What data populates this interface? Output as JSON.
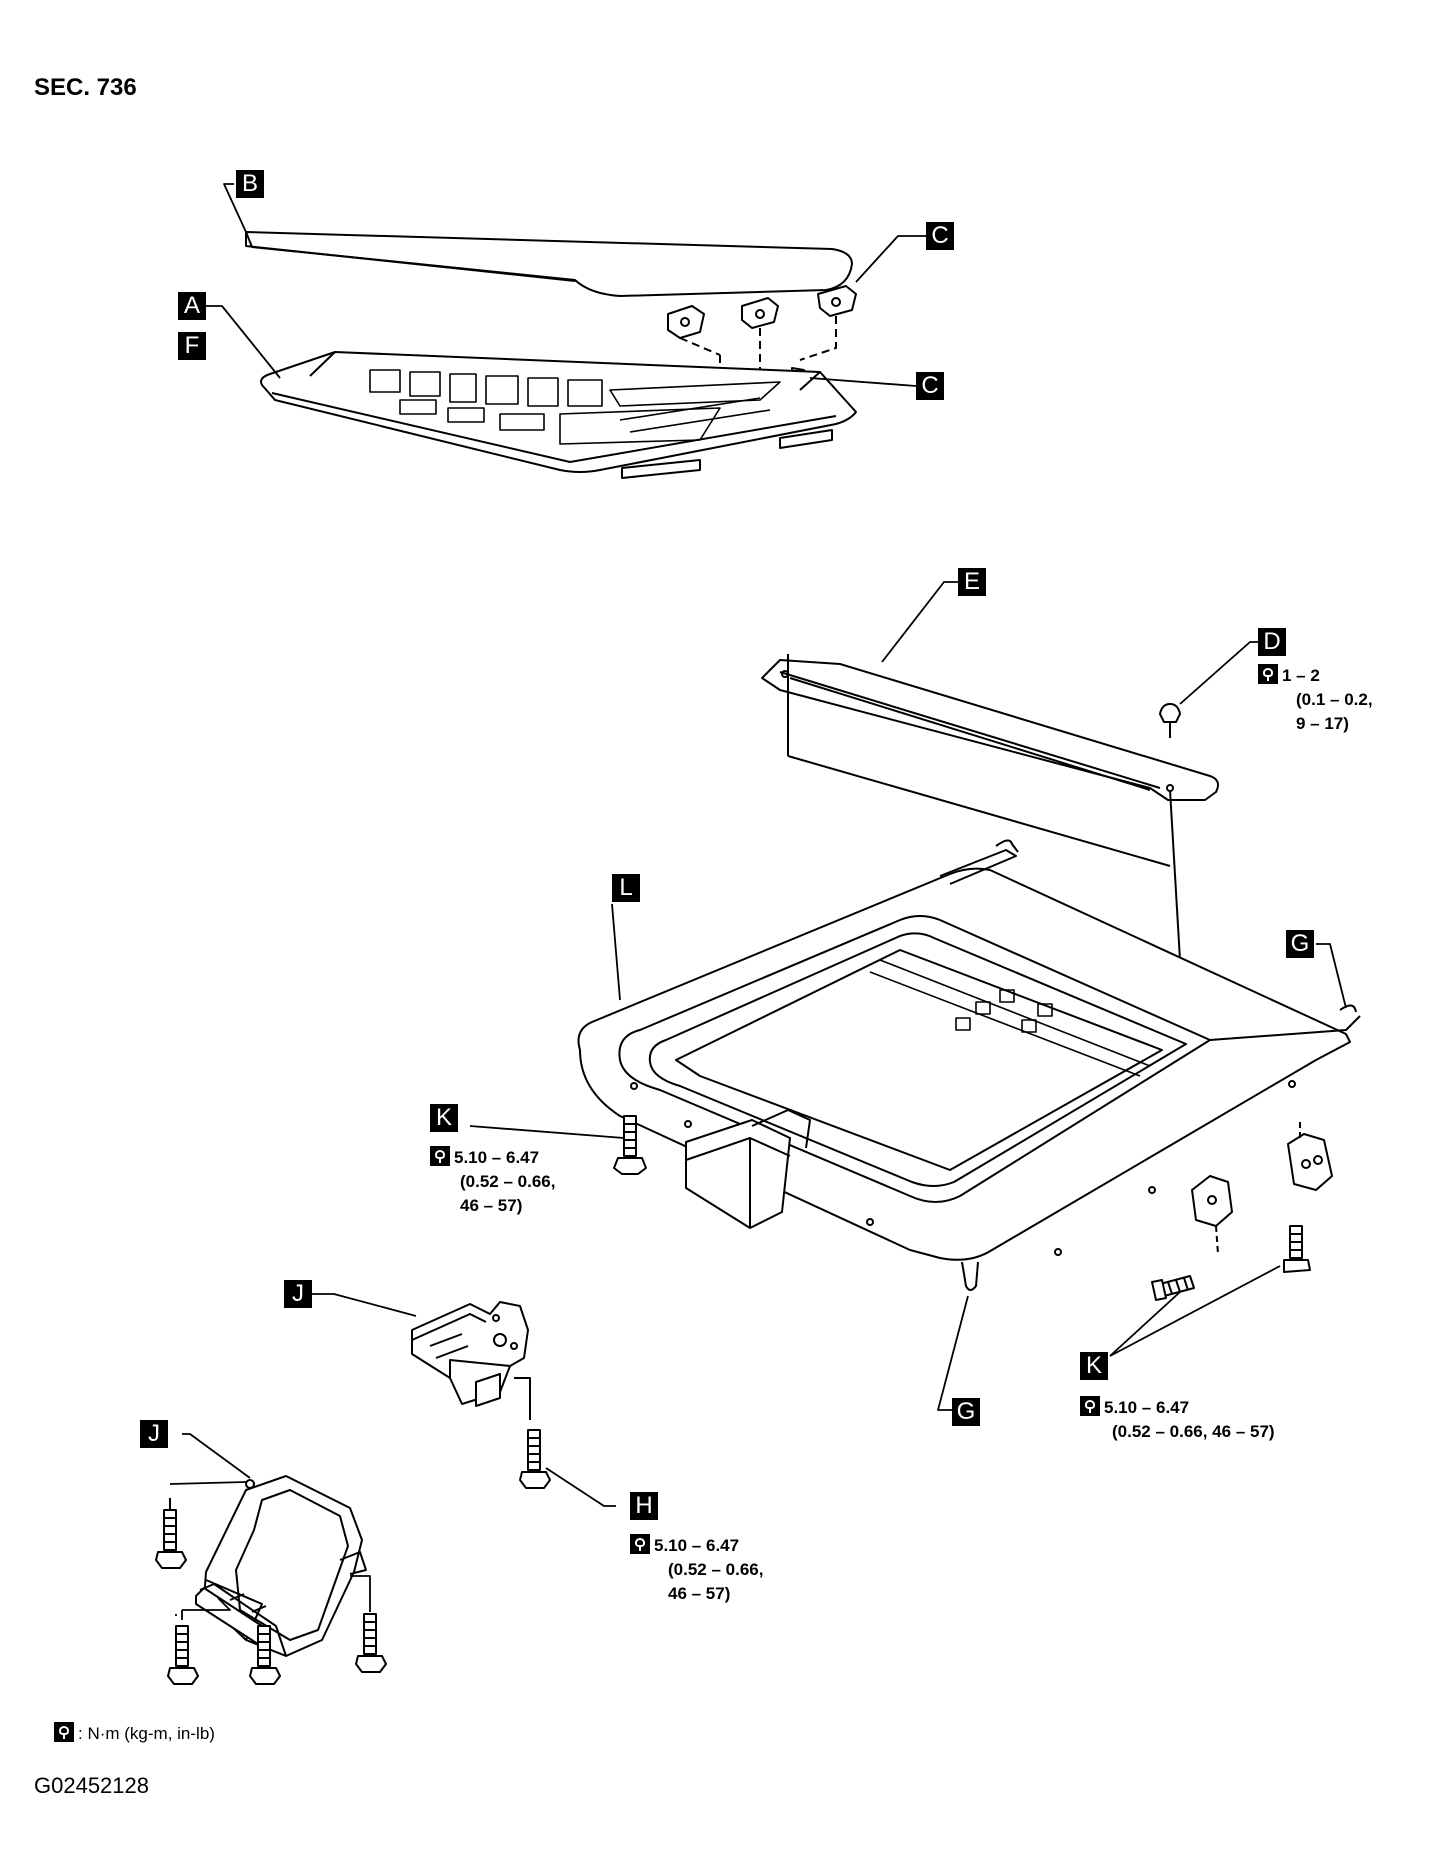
{
  "header": {
    "section": "SEC. 736"
  },
  "callouts": {
    "A": "A",
    "B": "B",
    "C": "C",
    "D": "D",
    "E": "E",
    "F": "F",
    "G": "G",
    "H": "H",
    "J": "J",
    "K": "K",
    "L": "L"
  },
  "torque": {
    "D": [
      "1 – 2",
      "(0.1 – 0.2,",
      "9 – 17)"
    ],
    "K_left": [
      "5.10 – 6.47",
      "(0.52 – 0.66,",
      "46 – 57)"
    ],
    "K_right": [
      "5.10 – 6.47",
      "(0.52 – 0.66, 46 – 57)"
    ],
    "H": [
      "5.10 – 6.47",
      "(0.52 – 0.66,",
      "46 – 57)"
    ]
  },
  "legend": {
    "text": ": N·m (kg-m, in-lb)",
    "icon": "torque-wrench-icon"
  },
  "footer": {
    "figure_code": "G02452128"
  }
}
